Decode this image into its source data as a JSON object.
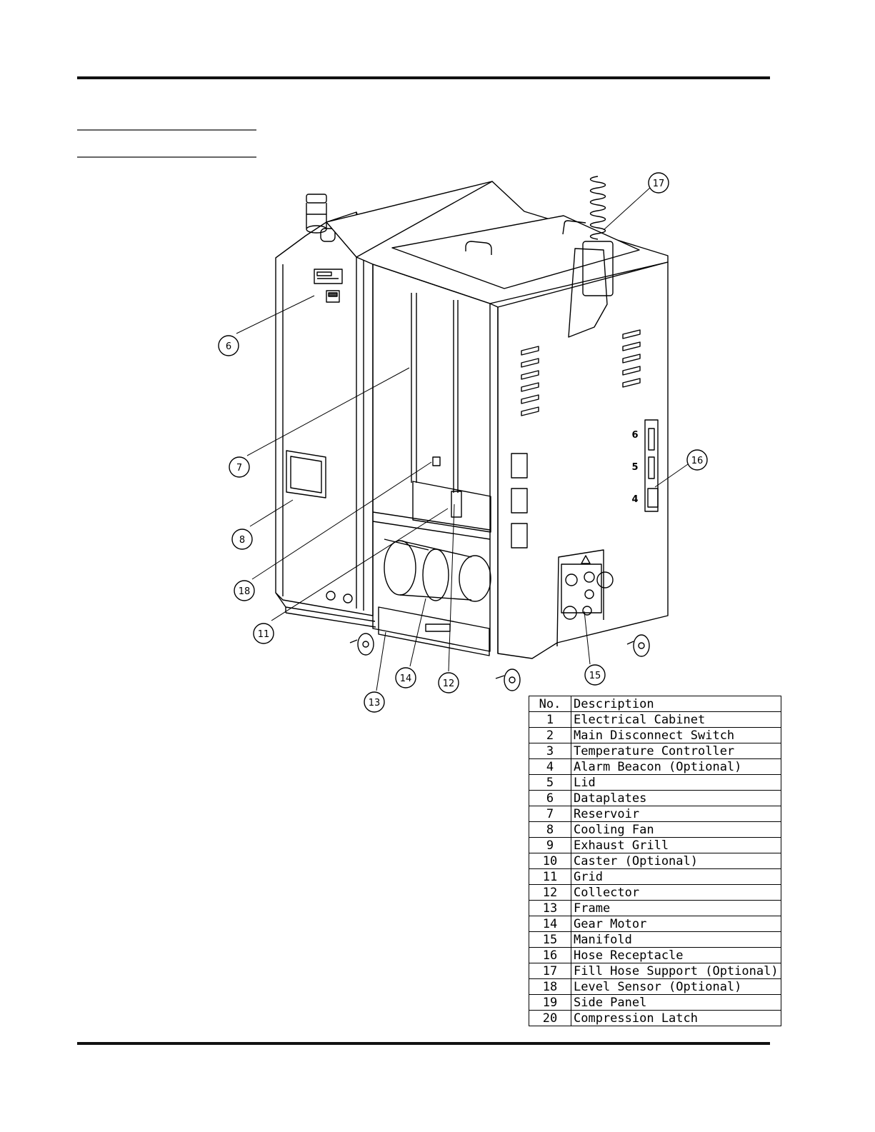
{
  "callouts": [
    {
      "label": "6"
    },
    {
      "label": "7"
    },
    {
      "label": "8"
    },
    {
      "label": "18"
    },
    {
      "label": "11"
    },
    {
      "label": "13"
    },
    {
      "label": "14"
    },
    {
      "label": "12"
    },
    {
      "label": "15"
    },
    {
      "label": "16"
    },
    {
      "label": "17"
    }
  ],
  "panel_markings": [
    "6",
    "5",
    "4"
  ],
  "table": {
    "headers": {
      "no": "No.",
      "description": "Description"
    },
    "rows": [
      {
        "no": "1",
        "description": "Electrical Cabinet"
      },
      {
        "no": "2",
        "description": "Main Disconnect Switch"
      },
      {
        "no": "3",
        "description": "Temperature Controller"
      },
      {
        "no": "4",
        "description": "Alarm Beacon (Optional)"
      },
      {
        "no": "5",
        "description": "Lid"
      },
      {
        "no": "6",
        "description": "Dataplates"
      },
      {
        "no": "7",
        "description": "Reservoir"
      },
      {
        "no": "8",
        "description": "Cooling Fan"
      },
      {
        "no": "9",
        "description": "Exhaust Grill"
      },
      {
        "no": "10",
        "description": "Caster (Optional)"
      },
      {
        "no": "11",
        "description": "Grid"
      },
      {
        "no": "12",
        "description": "Collector"
      },
      {
        "no": "13",
        "description": "Frame"
      },
      {
        "no": "14",
        "description": "Gear Motor"
      },
      {
        "no": "15",
        "description": "Manifold"
      },
      {
        "no": "16",
        "description": "Hose Receptacle"
      },
      {
        "no": "17",
        "description": "Fill Hose Support (Optional)"
      },
      {
        "no": "18",
        "description": "Level Sensor (Optional)"
      },
      {
        "no": "19",
        "description": "Side Panel"
      },
      {
        "no": "20",
        "description": "Compression Latch"
      }
    ]
  }
}
